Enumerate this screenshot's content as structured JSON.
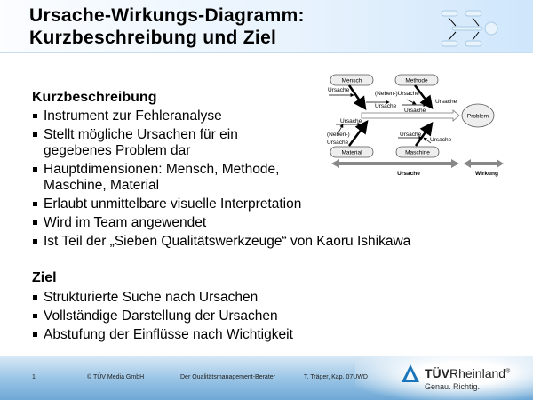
{
  "header": {
    "title_line1": "Ursache-Wirkungs-Diagramm:",
    "title_line2": "Kurzbeschreibung und Ziel"
  },
  "section1": {
    "heading": "Kurzbeschreibung",
    "items": [
      "Instrument zur Fehleranalyse",
      "Stellt mögliche Ursachen für ein gegebenes Problem dar",
      "Hauptdimensionen: Mensch, Methode, Maschine, Material",
      "Erlaubt unmittelbare visuelle Interpretation",
      "Wird im Team angewendet",
      "Ist Teil der „Sieben Qualitätswerkzeuge“ von Kaoru Ishikawa"
    ]
  },
  "section2": {
    "heading": "Ziel",
    "items": [
      "Strukturierte Suche nach Ursachen",
      "Vollständige Darstellung der Ursachen",
      "Abstufung der Einflüsse nach Wichtigkeit"
    ]
  },
  "diagram": {
    "mensch": "Mensch",
    "methode": "Methode",
    "material": "Material",
    "maschine": "Maschine",
    "problem": "Problem",
    "ursache": "Ursache",
    "neben_ursache": "(Neben-)Ursache",
    "neben": "(Neben-)",
    "axis_cause": "Ursache",
    "axis_effect": "Wirkung"
  },
  "footer": {
    "page": "1",
    "copyright": "© TÜV Media GmbH",
    "publication": "Der Qualitätsmanagement-Berater",
    "author": "T.  Träger, Kap. 07UWD",
    "brand_bold": "TÜV",
    "brand": "Rheinland",
    "registered": "®",
    "slogan": "Genau. Richtig."
  }
}
